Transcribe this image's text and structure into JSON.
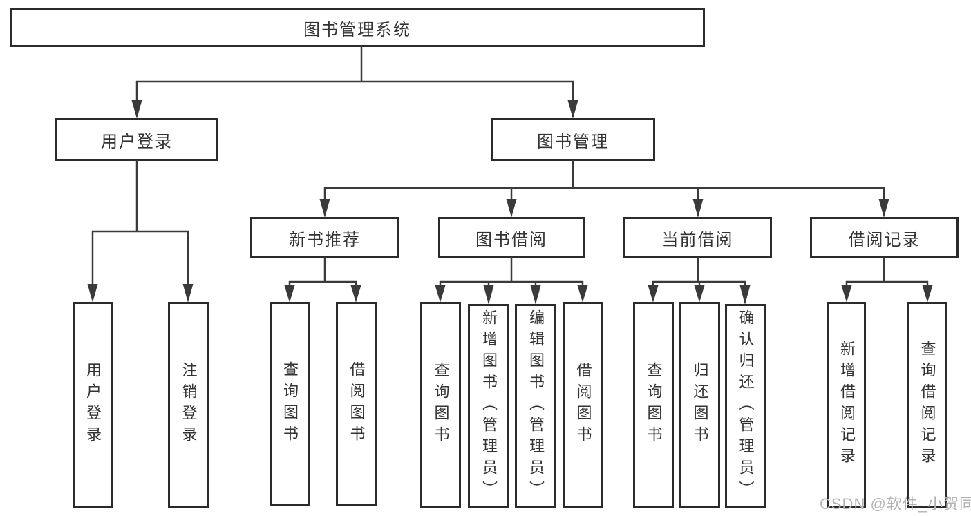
{
  "diagram": {
    "root": {
      "label": "图书管理系统"
    },
    "level2": {
      "user_login": {
        "label": "用户登录",
        "leaves": [
          "用户登录",
          "注销登录"
        ]
      },
      "book_mgmt": {
        "label": "图书管理",
        "groups": [
          {
            "label": "新书推荐",
            "leaves": [
              "查询图书",
              "借阅图书"
            ]
          },
          {
            "label": "图书借阅",
            "leaves": [
              "查询图书",
              "新增图书（管理员）",
              "编辑图书（管理员）",
              "借阅图书"
            ]
          },
          {
            "label": "当前借阅",
            "leaves": [
              "查询图书",
              "归还图书",
              "确认归还（管理员）"
            ]
          },
          {
            "label": "借阅记录",
            "leaves": [
              "新增借阅记录",
              "查询借阅记录"
            ]
          }
        ]
      }
    }
  },
  "watermark": {
    "text": "CSDN @软件_小贺同学"
  },
  "colors": {
    "line": "#3a3a3a",
    "box_border": "#2b2b2b",
    "text": "#333333",
    "watermark": "#b3b3b3",
    "background": "#ffffff"
  }
}
